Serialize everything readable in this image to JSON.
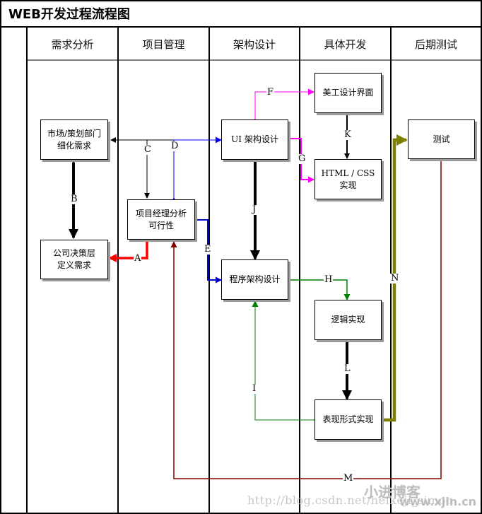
{
  "title": "WEB开发过程流程图",
  "lanes": [
    "需求分析",
    "项目管理",
    "架构设计",
    "具体开发",
    "后期测试"
  ],
  "nodes": {
    "market_dept": "市场/策划部门\n细化需求",
    "decision_layer": "公司决策层\n定义需求",
    "pm_analysis": "项目经理分析\n可行性",
    "ui_arch": "UI 架构设计",
    "program_arch": "程序架构设计",
    "art_design": "美工设计界面",
    "html_css": "HTML / CSS\n实现",
    "logic_impl": "逻辑实现",
    "presentation_impl": "表现形式实现",
    "testing": "测试"
  },
  "edges": {
    "A": "A",
    "B": "B",
    "C": "C",
    "D": "D",
    "E": "E",
    "F": "F",
    "G": "G",
    "H": "H",
    "I": "I",
    "J": "J",
    "K": "K",
    "L": "L",
    "M": "M",
    "N": "N"
  },
  "colors": {
    "A": "#ff0000",
    "B": "#000000",
    "C": "#000000",
    "D": "#0000ff",
    "E": "#0000cc",
    "F": "#ff00ff",
    "G": "#ff00ff",
    "H": "#008000",
    "I": "#008000",
    "J": "#000000",
    "K": "#000000",
    "L": "#000000",
    "M": "#800000",
    "N": "#808000"
  },
  "watermark": {
    "url": "http://blog.csdn.net/heikeji_simon",
    "logo": "小进博客",
    "site": "www.xjin.cn"
  }
}
